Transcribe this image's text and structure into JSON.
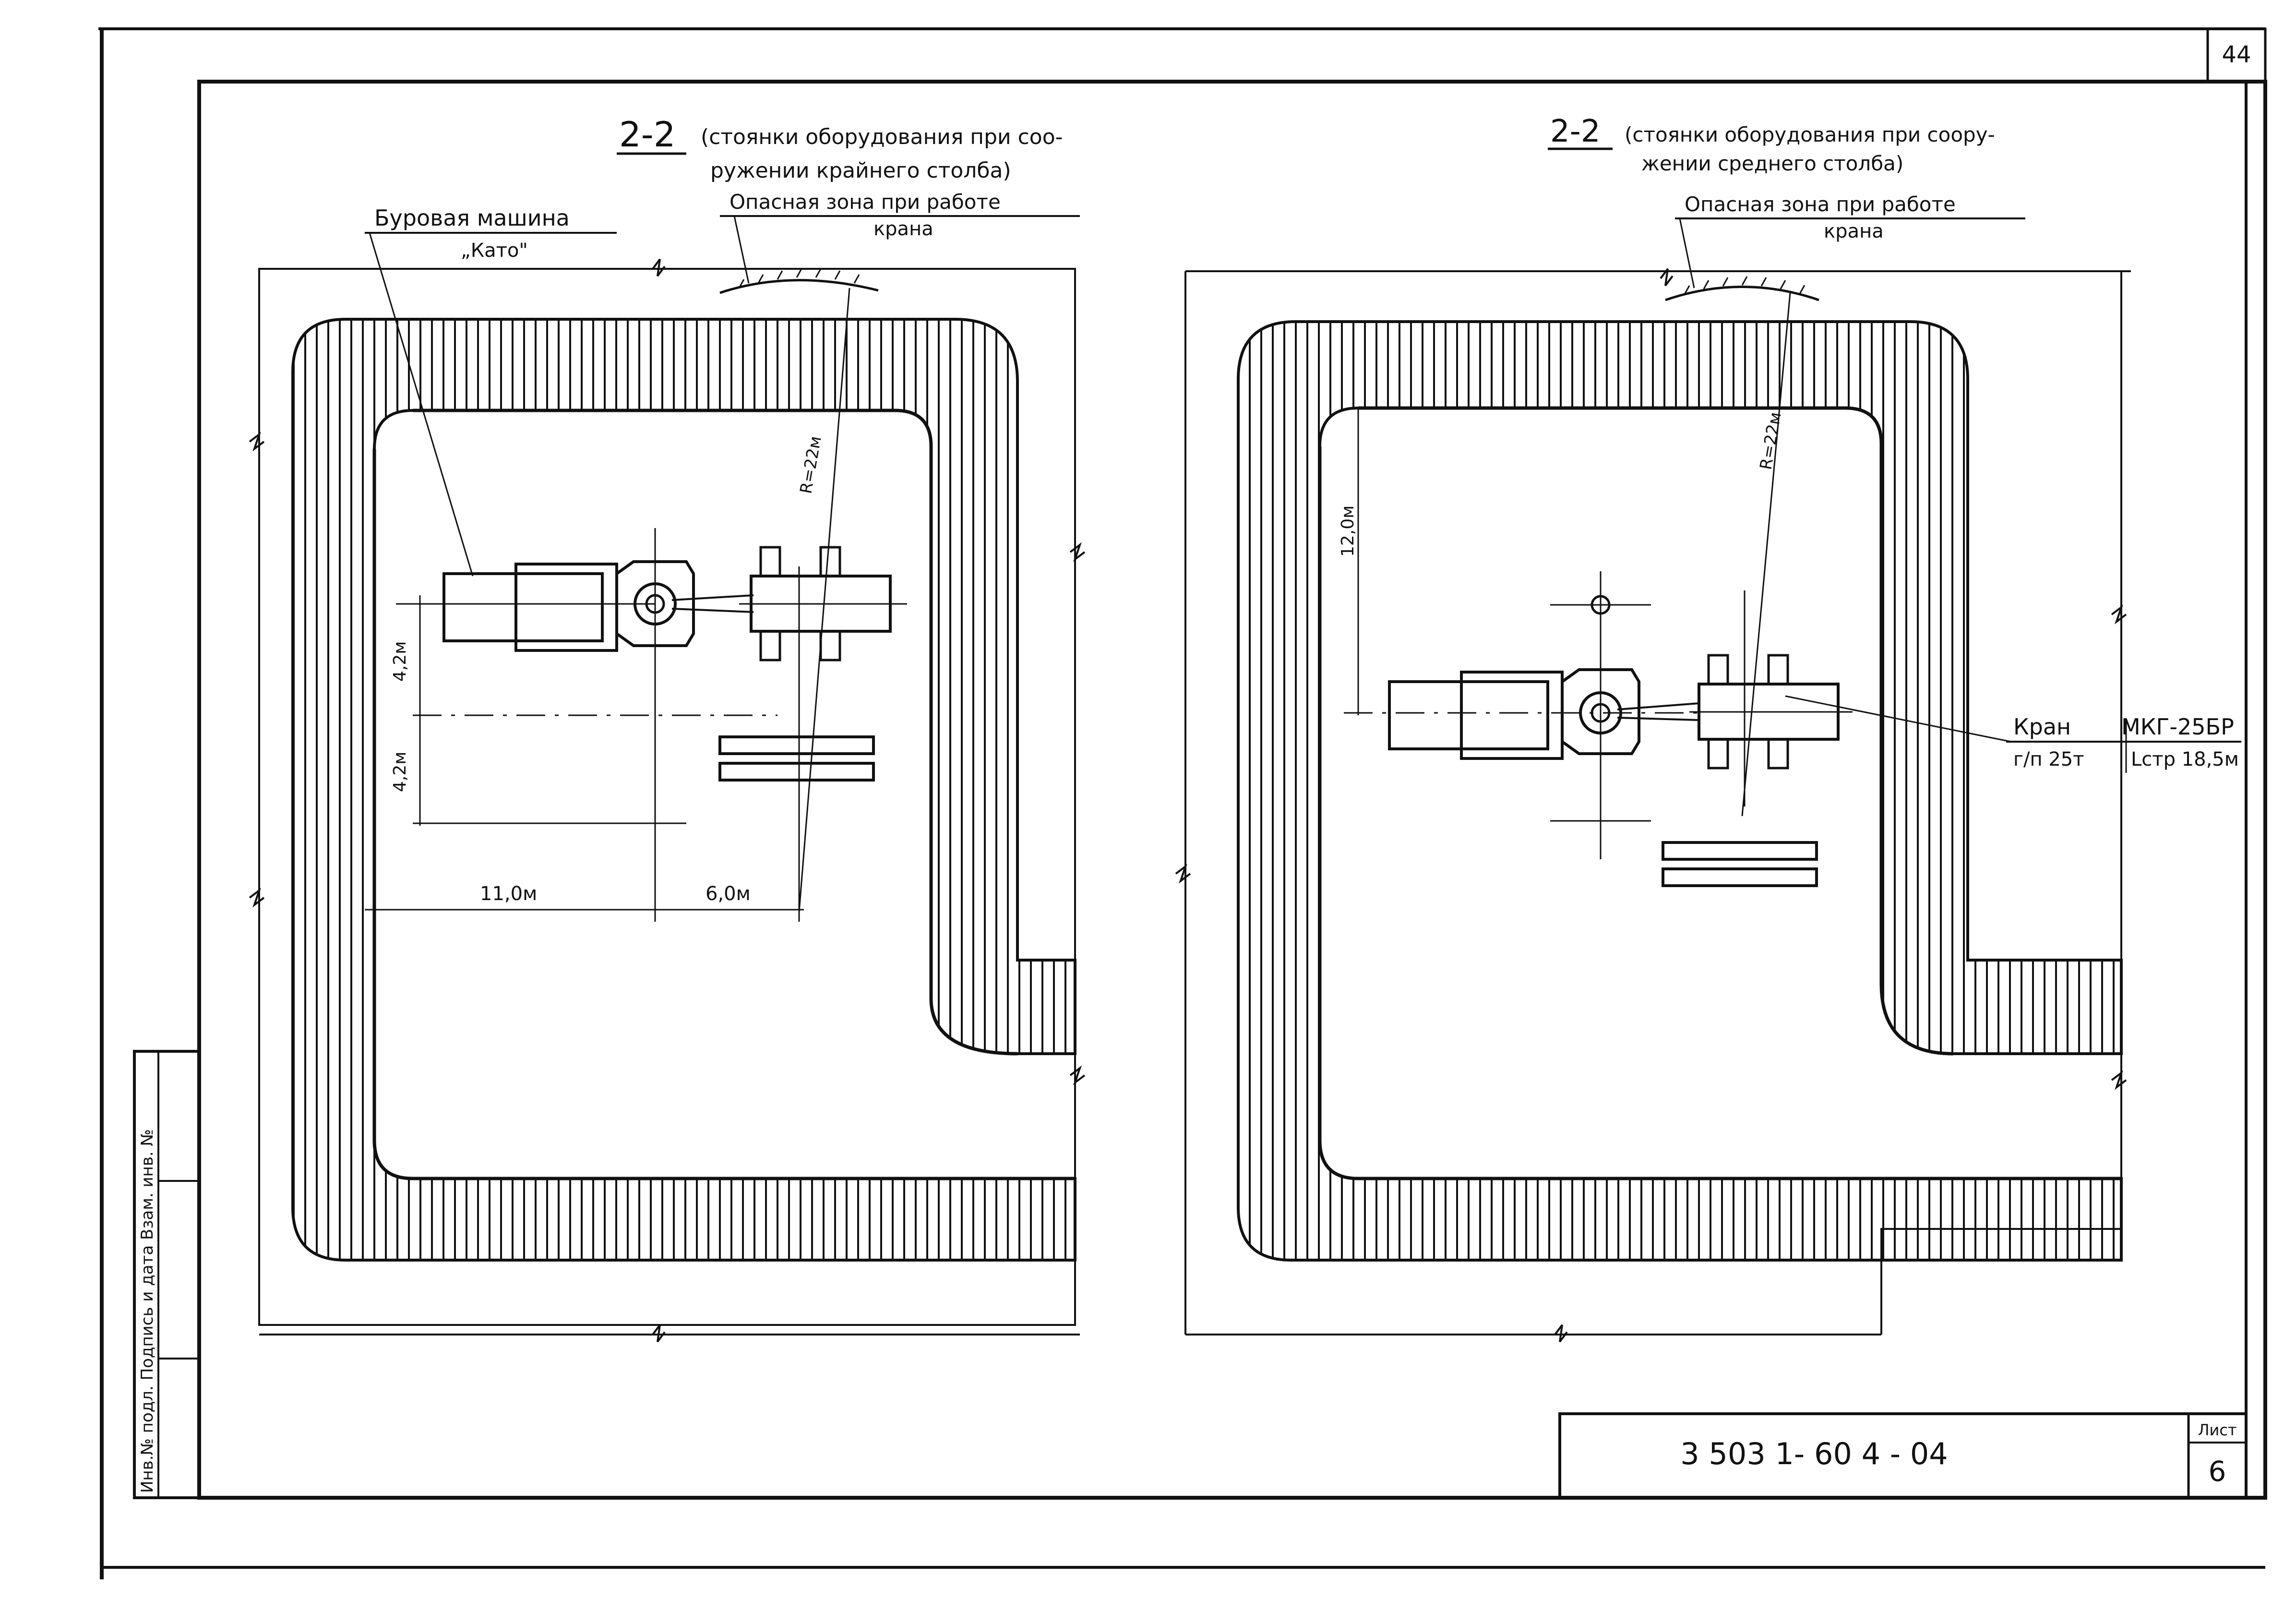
{
  "sheet": {
    "page_number": "44",
    "stamp_code": "3 503 1- 60 4 - 04",
    "sheet_label": "Лист",
    "sheet_number": "6",
    "side_stamp": "Инв.№ подл.  Подпись и дата  Взам. инв. №"
  },
  "left_plan": {
    "section_mark": "2-2",
    "title_line1": "(стоянки оборудования при соо-",
    "title_line2": "ружении крайнего столба)",
    "drill_label": "Буровая машина",
    "drill_name": "„Като\"",
    "danger_zone_line1": "Опасная зона при работе",
    "danger_zone_line2": "крана",
    "radius_label": "R=22м",
    "dim_v1": "4,2м",
    "dim_v2": "4,2м",
    "dim_h1": "11,0м",
    "dim_h2": "6,0м"
  },
  "right_plan": {
    "section_mark": "2-2",
    "title_line1": "(стоянки оборудования при соору-",
    "title_line2": "жении среднего столба)",
    "danger_zone_line1": "Опасная зона при работе",
    "danger_zone_line2": "крана",
    "radius_label": "R=22м",
    "dim_v1": "12,0м",
    "crane_label": "Кран",
    "crane_model": "МКГ-25БР",
    "crane_capacity": "г/п 25т",
    "crane_boom": "Lстр 18,5м"
  }
}
